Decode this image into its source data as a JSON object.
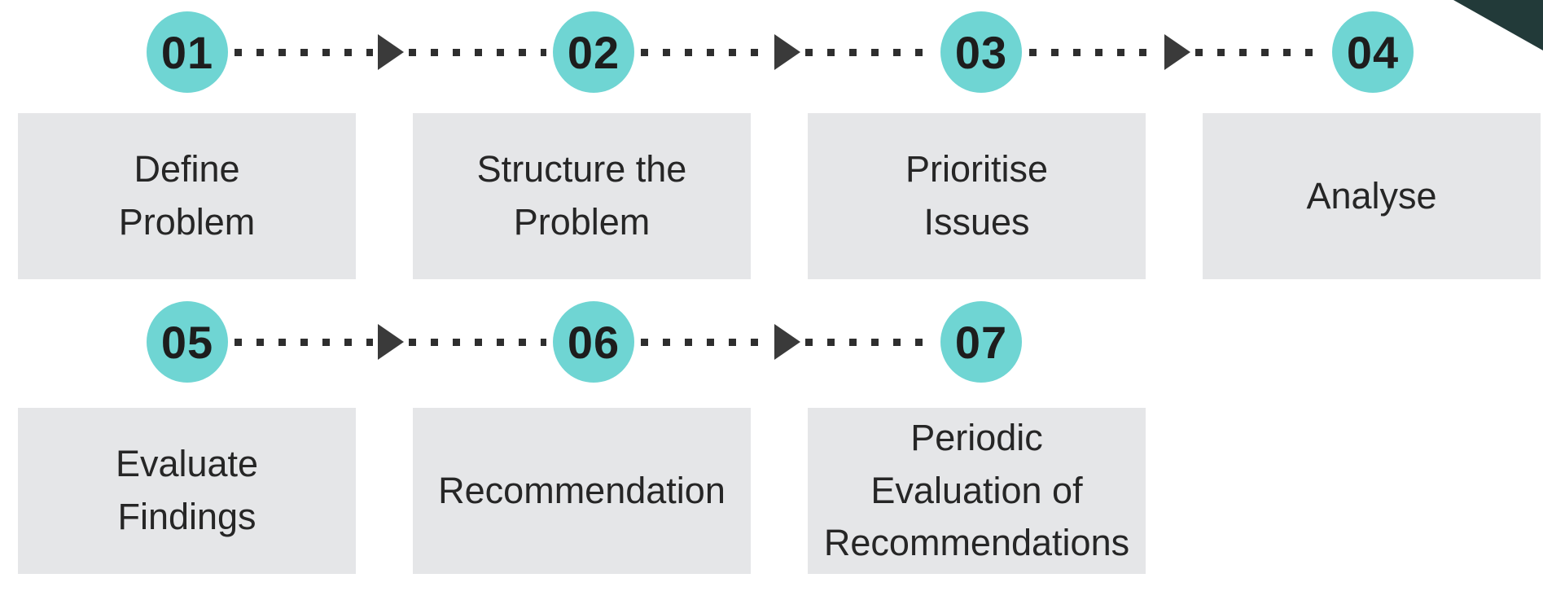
{
  "colors": {
    "accent": "#6fd5d3",
    "corner": "#223a39",
    "boxbg": "#e5e6e8"
  },
  "diagram": {
    "type": "process-flow",
    "steps": [
      {
        "number": "01",
        "label": "Define\nProblem"
      },
      {
        "number": "02",
        "label": "Structure the\nProblem"
      },
      {
        "number": "03",
        "label": "Prioritise\nIssues"
      },
      {
        "number": "04",
        "label": "Analyse"
      },
      {
        "number": "05",
        "label": "Evaluate\nFindings"
      },
      {
        "number": "06",
        "label": "Recommendation"
      },
      {
        "number": "07",
        "label": "Periodic\nEvaluation of\nRecommendations"
      }
    ]
  }
}
